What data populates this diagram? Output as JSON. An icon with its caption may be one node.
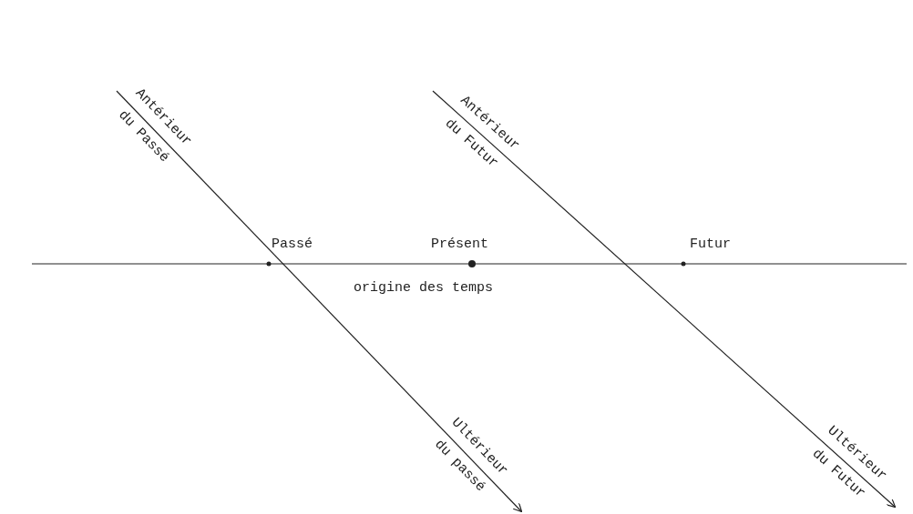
{
  "diagram": {
    "labels": [
      "Antérieur du Passé",
      "Antérieur du Futur",
      "Passé",
      "Présent",
      "Futur",
      "origine des temps",
      "Ultérieur du passé",
      "Ultérieur du Futur"
    ]
  }
}
